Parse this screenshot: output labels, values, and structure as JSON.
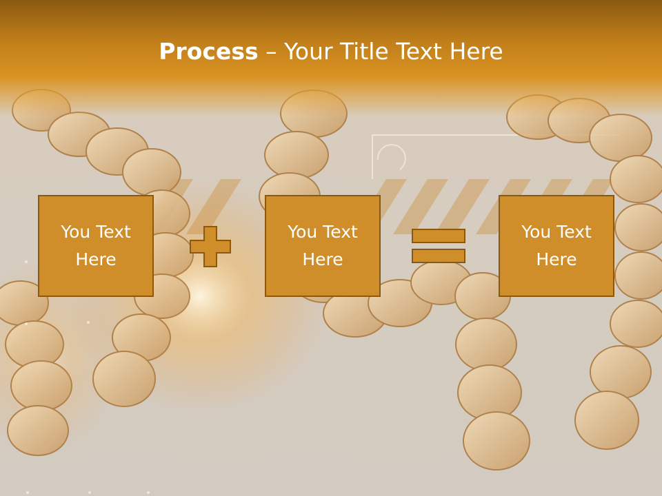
{
  "title": {
    "strong": "Process",
    "rest": " – Your Title Text Here"
  },
  "boxes": [
    {
      "text": "You Text Here"
    },
    {
      "text": "You Text Here"
    },
    {
      "text": "You Text Here"
    }
  ],
  "operators": [
    "plus-icon",
    "equals-icon"
  ],
  "colors": {
    "header": "#d99323",
    "box_fill": "#cf8e2a",
    "box_border": "#8a5810",
    "text": "#ffffff"
  }
}
